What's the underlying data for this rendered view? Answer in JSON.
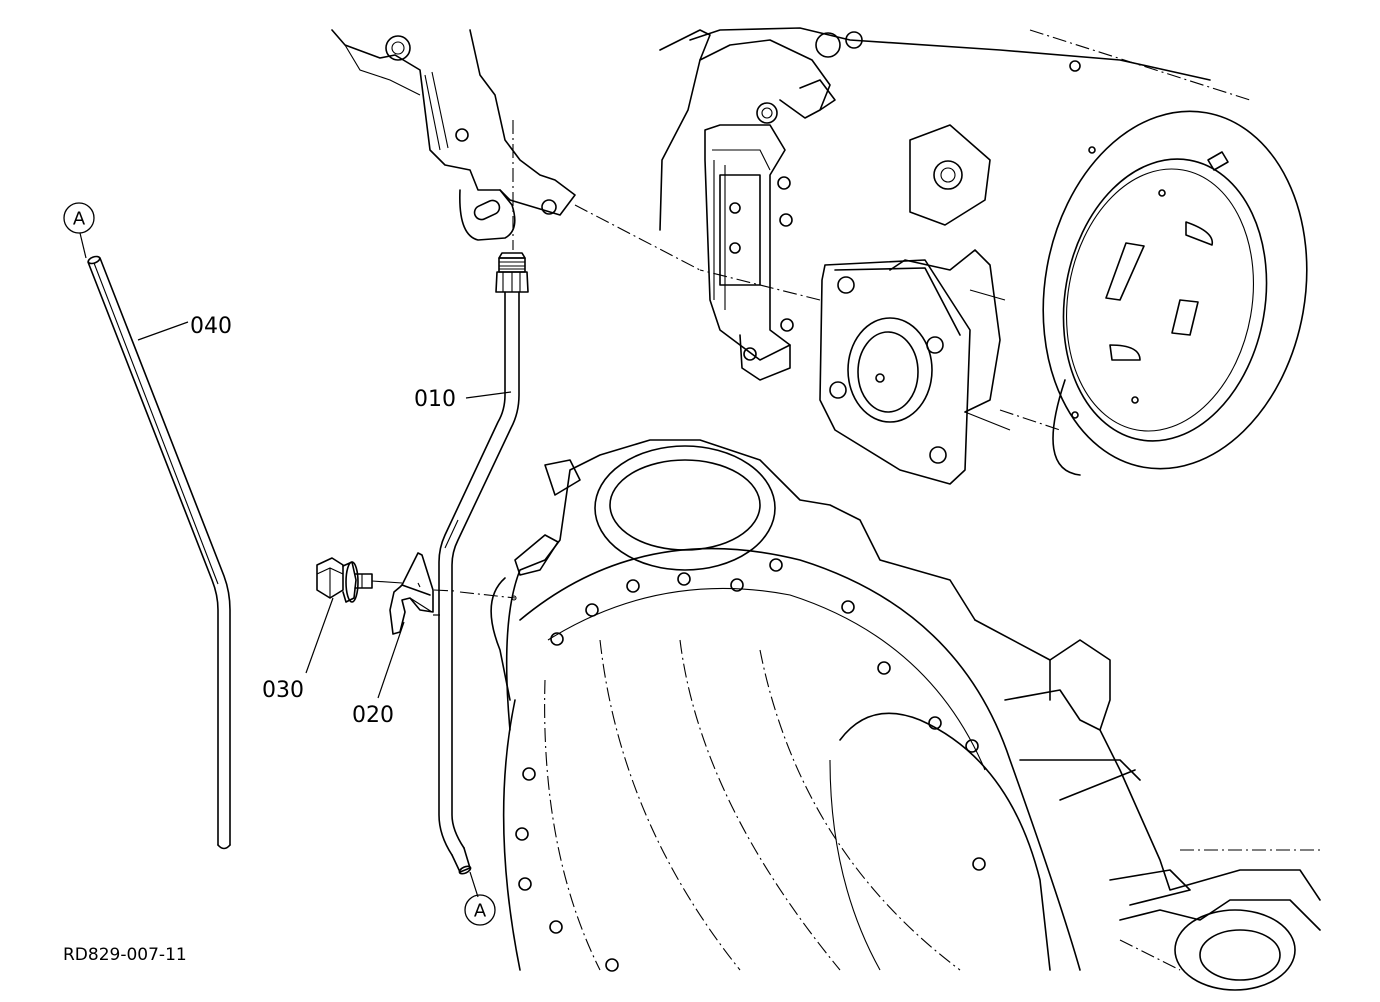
{
  "diagram": {
    "parts": [
      {
        "id": "p010",
        "label": "010"
      },
      {
        "id": "p020",
        "label": "020"
      },
      {
        "id": "p030",
        "label": "030"
      },
      {
        "id": "p040",
        "label": "040"
      }
    ],
    "connection_marker": "A",
    "reference_code": "RD829-007-11"
  }
}
